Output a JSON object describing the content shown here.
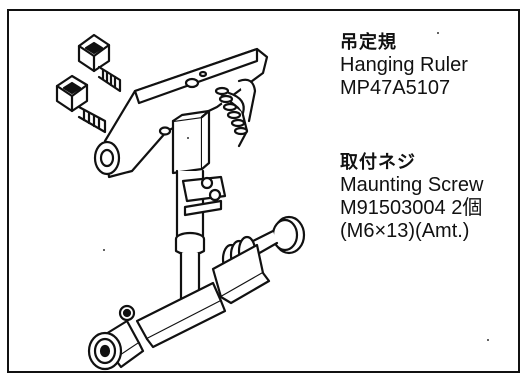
{
  "parts": {
    "hanging_ruler": {
      "name_jp": "吊定規",
      "name_en": "Hanging Ruler",
      "part_no": "MP47A5107"
    },
    "mounting_screw": {
      "name_jp": "取付ネジ",
      "name_en": "Maunting Screw",
      "part_no_qty": "M91503004  2個",
      "spec": "(M6×13)(Amt.)"
    }
  },
  "icons": {
    "drawing": "hanging-ruler-assembly-icon",
    "screw": "socket-head-screw-icon"
  }
}
